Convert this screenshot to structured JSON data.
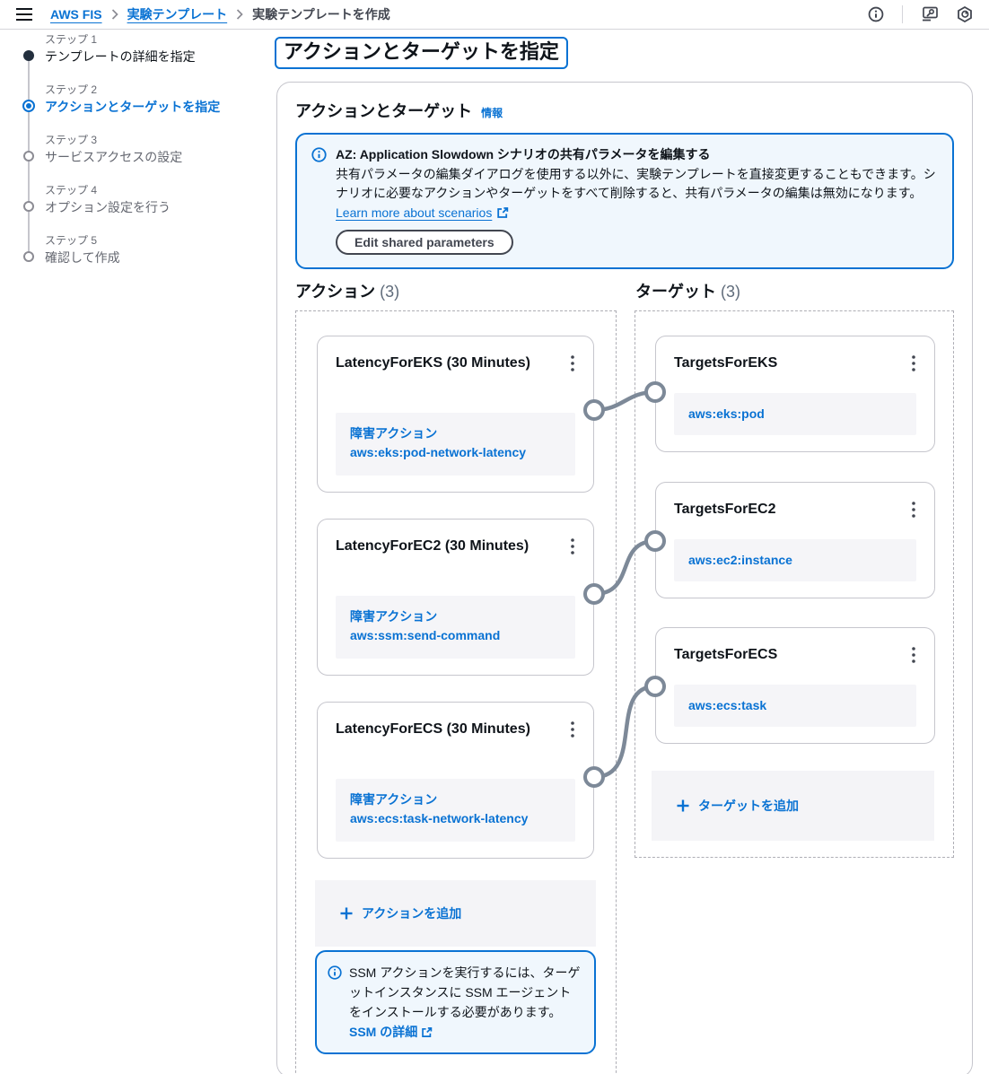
{
  "topbar": {
    "icons": {
      "menu": "hamburger-icon",
      "help": "info-icon",
      "tools": "monitor-tools-icon",
      "settings": "settings-hexagon-icon"
    },
    "breadcrumb": [
      {
        "label": "AWS FIS"
      },
      {
        "label": "実験テンプレート"
      },
      {
        "label": "実験テンプレートを作成"
      }
    ]
  },
  "wizard": {
    "steps": [
      {
        "step_label": "ステップ 1",
        "title": "テンプレートの詳細を指定",
        "state": "completed"
      },
      {
        "step_label": "ステップ 2",
        "title": "アクションとターゲットを指定",
        "state": "current"
      },
      {
        "step_label": "ステップ 3",
        "title": "サービスアクセスの設定",
        "state": "upcoming"
      },
      {
        "step_label": "ステップ 4",
        "title": "オプション設定を行う",
        "state": "upcoming"
      },
      {
        "step_label": "ステップ 5",
        "title": "確認して作成",
        "state": "upcoming"
      }
    ]
  },
  "main": {
    "page_title": "アクションとターゲットを指定",
    "section_title": "アクションとターゲット",
    "info_link": "情報",
    "scenario_alert": {
      "title": "AZ: Application Slowdown シナリオの共有パラメータを編集する",
      "body": "共有パラメータの編集ダイアログを使用する以外に、実験テンプレートを直接変更することもできます。シナリオに必要なアクションやターゲットをすべて削除すると、共有パラメータの編集は無効になります。",
      "link_label": "Learn more about scenarios",
      "button_label": "Edit shared parameters"
    },
    "actions": {
      "header": "アクション",
      "count": "(3)",
      "cards": [
        {
          "title": "LatencyForEKS (30 Minutes)",
          "badge_label": "障害アクション",
          "badge_value": "aws:eks:pod-network-latency"
        },
        {
          "title": "LatencyForEC2 (30 Minutes)",
          "badge_label": "障害アクション",
          "badge_value": "aws:ssm:send-command"
        },
        {
          "title": "LatencyForECS (30 Minutes)",
          "badge_label": "障害アクション",
          "badge_value": "aws:ecs:task-network-latency"
        }
      ],
      "add_label": "アクションを追加",
      "ssm_alert": {
        "text": "SSM アクションを実行するには、ターゲットインスタンスに SSM エージェントをインストールする必要があります。",
        "link_label": "SSM の詳細"
      }
    },
    "targets": {
      "header": "ターゲット",
      "count": "(3)",
      "cards": [
        {
          "title": "TargetsForEKS",
          "value": "aws:eks:pod"
        },
        {
          "title": "TargetsForEC2",
          "value": "aws:ec2:instance"
        },
        {
          "title": "TargetsForECS",
          "value": "aws:ecs:task"
        }
      ],
      "add_label": "ターゲットを追加"
    },
    "colors": {
      "accent": "#0972d3",
      "connector": "#7d8998",
      "alert_bg": "#f0f7fd"
    }
  }
}
